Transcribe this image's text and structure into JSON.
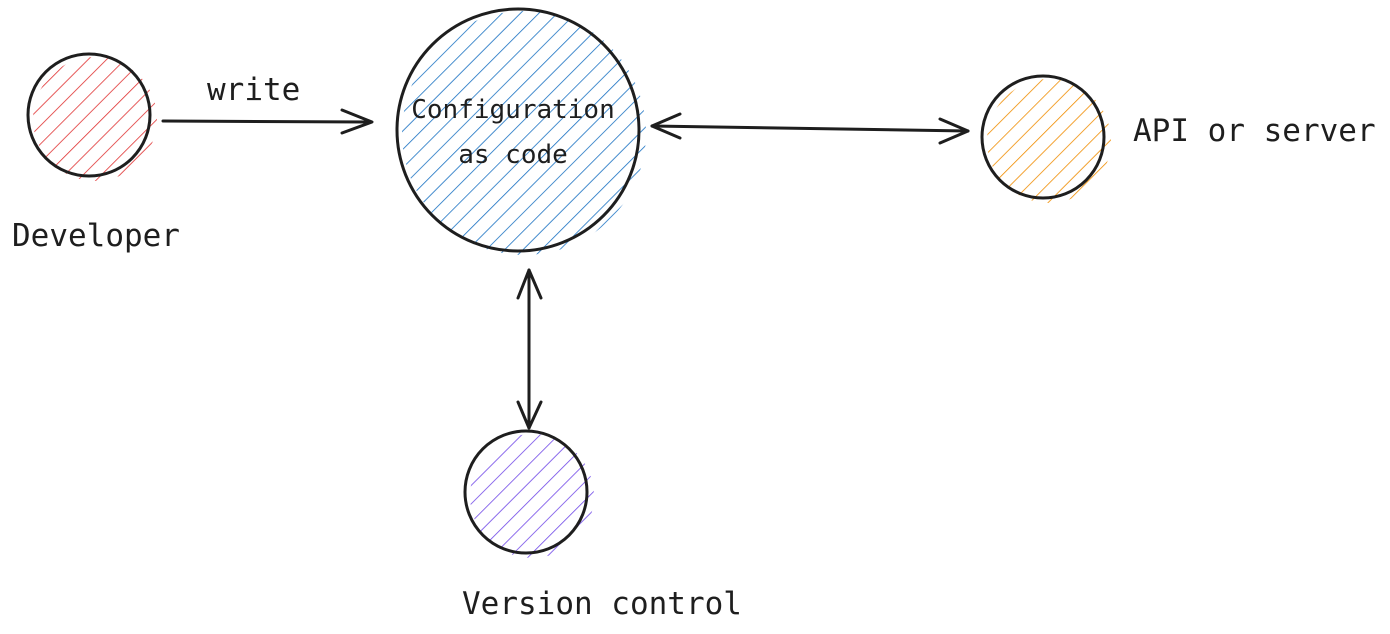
{
  "nodes": {
    "developer": {
      "label": "Developer",
      "color": "#e03131"
    },
    "config": {
      "label_line1": "Configuration",
      "label_line2": "as code",
      "color": "#1971c2"
    },
    "api": {
      "label": "API or server",
      "color": "#f08c00"
    },
    "vcs": {
      "label": "Version control",
      "color": "#7048e8"
    }
  },
  "edges": {
    "write": {
      "label": "write"
    }
  }
}
